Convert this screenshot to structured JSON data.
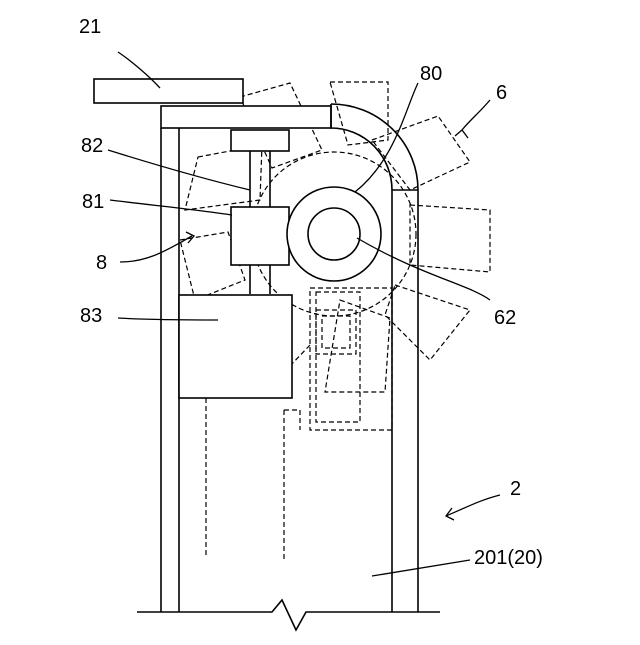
{
  "figure": {
    "labels": {
      "l21": "21",
      "l80": "80",
      "l6": "6",
      "l82": "82",
      "l81": "81",
      "l8": "8",
      "l83": "83",
      "l62": "62",
      "l2": "2",
      "l201": "201(20)"
    }
  }
}
